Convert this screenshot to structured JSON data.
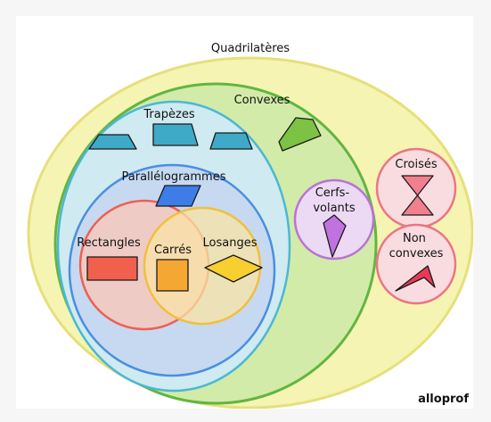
{
  "sets": {
    "quadrilateres": "Quadrilatères",
    "convexes": "Convexes",
    "trapezes": "Trapèzes",
    "parallelogrammes": "Parallélogrammes",
    "rectangles": "Rectangles",
    "carres": "Carrés",
    "losanges": "Losanges",
    "cerfs_volants": [
      "Cerfs-",
      "volants"
    ],
    "croises": "Croisés",
    "non_convexes": [
      "Non",
      "convexes"
    ]
  },
  "brand": "alloprof",
  "colors": {
    "quadrilateres_fill": "#f6f4b3",
    "quadrilateres_stroke": "#e5e07a",
    "convexes_fill": "#d3eba8",
    "convexes_stroke": "#62b543",
    "trapezes_fill": "#cfeaf0",
    "trapezes_stroke": "#4bb8d3",
    "parallelogrammes_fill": "#c6d9f1",
    "parallelogrammes_stroke": "#4a8ee0",
    "rectangles_fill": "#f4c8bd",
    "rectangles_stroke": "#ec6155",
    "losanges_fill": "#f9e3a4",
    "losanges_stroke": "#f0c03e",
    "cerfs_volants_fill": "#ecd9f3",
    "cerfs_volants_stroke": "#b974d3",
    "croises_fill": "#f8dce0",
    "croises_stroke": "#ec7583",
    "trapeze_shape": "#3fa9c8",
    "convexe_shape": "#7cc243",
    "parallelogramme_shape": "#3d7de8",
    "rectangle_shape": "#f1604c",
    "carre_shape": "#f5a733",
    "losange_shape": "#f7cf2e",
    "cerf_volant_shape": "#c072e0",
    "croise_shape": "#f27f8d",
    "non_convexe_shape": "#e83a58"
  }
}
